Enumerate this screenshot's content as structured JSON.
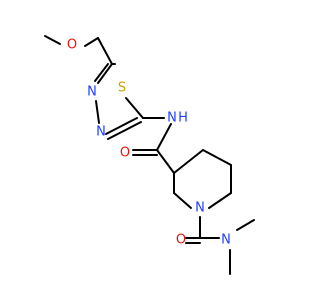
{
  "atoms": {
    "o_methoxy": {
      "label": "O",
      "color": "#e8190b"
    },
    "s_ring": {
      "label": "S",
      "color": "#c8a100"
    },
    "n_ring_upper": {
      "label": "N",
      "color": "#1f3fff"
    },
    "n_ring_lower": {
      "label": "N",
      "color": "#1f3fff"
    },
    "n_amide": {
      "label": "N",
      "color": "#1f3fff"
    },
    "h_amide": {
      "label": "H",
      "color": "#1f3fff"
    },
    "o_amide": {
      "label": "O",
      "color": "#e8190b"
    },
    "n_piperidine": {
      "label": "N",
      "color": "#1f3fff"
    },
    "o_urea": {
      "label": "O",
      "color": "#e8190b"
    },
    "n_dimethyl": {
      "label": "N",
      "color": "#1f3fff"
    }
  },
  "colors": {
    "bond": "#000000",
    "background": "#ffffff"
  }
}
